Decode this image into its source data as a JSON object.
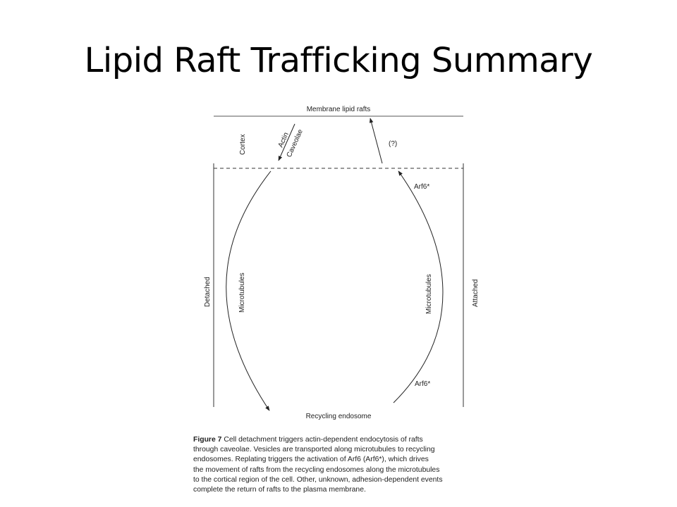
{
  "slide": {
    "title": "Lipid Raft Trafficking Summary"
  },
  "diagram": {
    "top_label": "Membrane lipid rafts",
    "bottom_label": "Recycling endosome",
    "cortex": "Cortex",
    "actin": "Actin",
    "caveolae": "Caveolae",
    "question": "(?)",
    "arf6_top": "Arf6*",
    "arf6_bottom": "Arf6*",
    "left_microtubules": "Microtubules",
    "right_microtubules": "Microtubules",
    "detached": "Detached",
    "attached": "Attached"
  },
  "caption": {
    "figure_label": "Figure 7",
    "lines": [
      "Cell detachment triggers actin-dependent endocytosis of rafts",
      "through caveolae. Vesicles are transported along microtubules to recycling",
      "endosomes. Replating triggers the activation of Arf6 (Arf6*), which drives",
      "the movement of rafts from the recycling endosomes along the microtubules",
      "to the cortical region of the cell. Other, unknown, adhesion-dependent events",
      "complete the return of rafts to the plasma membrane."
    ]
  }
}
